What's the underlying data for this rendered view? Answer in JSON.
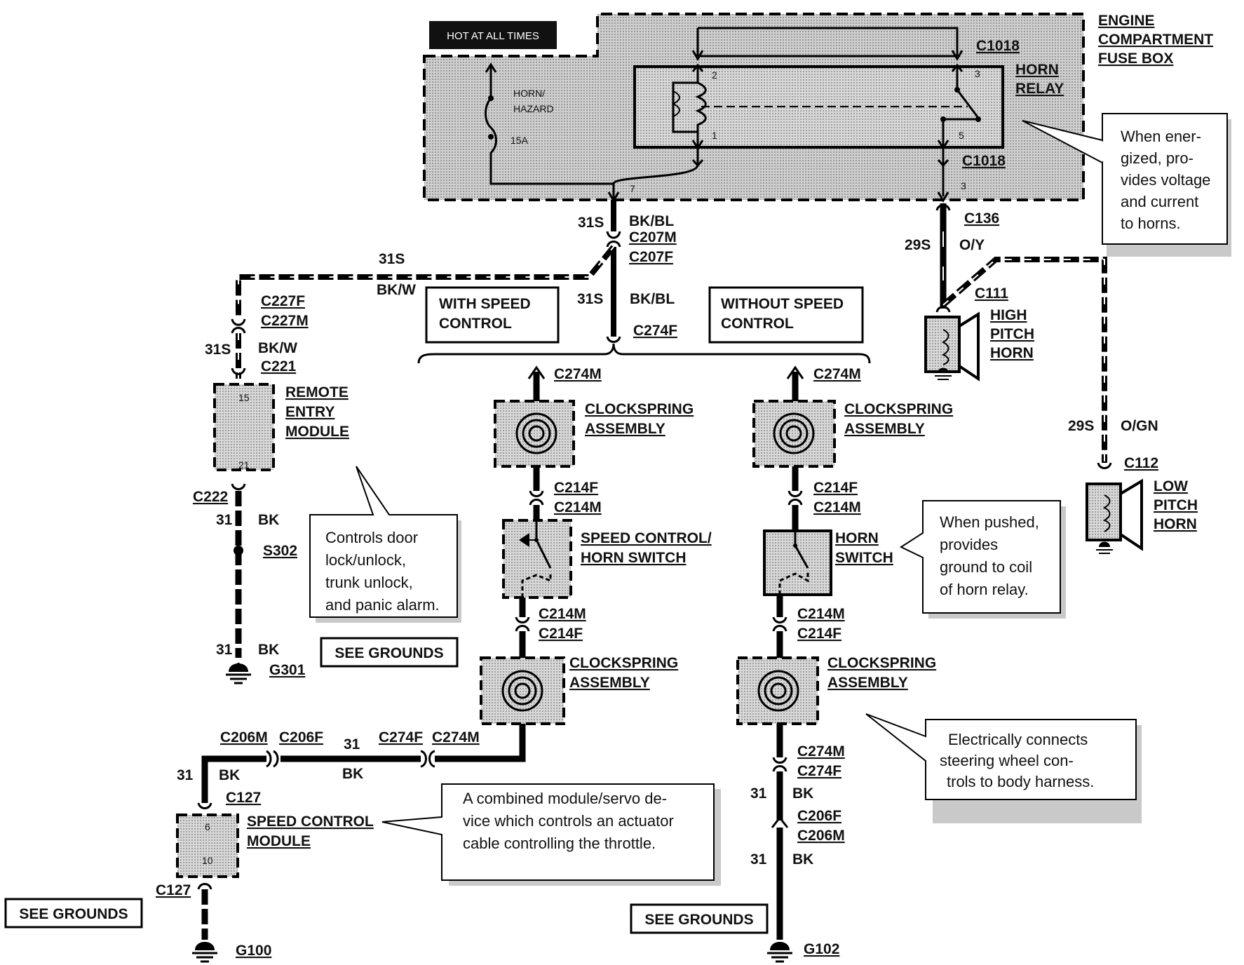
{
  "fuse_box": {
    "title_lines": [
      "ENGINE",
      "COMPARTMENT",
      "FUSE BOX"
    ],
    "hot_label": "HOT AT ALL TIMES",
    "fuse_lines": [
      "HORN/",
      "HAZARD"
    ],
    "fuse_rating": "15A",
    "connector_top": "C1018",
    "connector_bottom": "C1018",
    "relay_lines": [
      "HORN",
      "RELAY"
    ],
    "relay_pins": {
      "p2": "2",
      "p1": "1",
      "p3": "3",
      "p5": "5"
    },
    "pin7": "7",
    "pin3": "3"
  },
  "callouts": {
    "relay": [
      "When ener-",
      "gized, pro-",
      "vides voltage",
      "and current",
      "to horns."
    ],
    "remote": [
      "Controls door",
      "lock/unlock,",
      "trunk unlock,",
      "and panic alarm."
    ],
    "horn_switch": [
      "When pushed,",
      "provides",
      "ground to coil",
      "of horn relay."
    ],
    "clockspring": [
      "Electrically connects",
      "steering wheel con-",
      "trols to body harness."
    ],
    "speed_module": [
      "A combined module/servo de-",
      "vice which controls an actuator",
      "cable controlling the throttle."
    ]
  },
  "labels": {
    "w31s_a": "31S",
    "bkbl_a": "BK/BL",
    "c207m": "C207M",
    "c207f": "C207F",
    "w31s_b": "31S",
    "bkbl_b": "BK/BL",
    "c274f_top": "C274F",
    "w31s_c": "31S",
    "bkw_a": "BK/W",
    "c227f": "C227F",
    "c227m": "C227M",
    "w31s_d": "31S",
    "bkw_b": "BK/W",
    "c221": "C221",
    "remote_lines": [
      "REMOTE",
      "ENTRY",
      "MODULE"
    ],
    "remote_pin15": "15",
    "remote_pin21": "21",
    "c222": "C222",
    "w31_a": "31",
    "bk_a": "BK",
    "s302": "S302",
    "w31_b": "31",
    "bk_b": "BK",
    "g301": "G301",
    "see_grounds_1": "SEE GROUNDS",
    "with_speed": [
      "WITH SPEED",
      "CONTROL"
    ],
    "without_speed": [
      "WITHOUT SPEED",
      "CONTROL"
    ],
    "l_c274m": "C274M",
    "l_clock1": [
      "CLOCKSPRING",
      "ASSEMBLY"
    ],
    "l_c214f": "C214F",
    "l_c214m": "C214M",
    "l_switch": [
      "SPEED CONTROL/",
      "HORN SWITCH"
    ],
    "l_c214m_b": "C214M",
    "l_c214f_b": "C214F",
    "l_clock2": [
      "CLOCKSPRING",
      "ASSEMBLY"
    ],
    "c206m": "C206M",
    "c206f": "C206F",
    "w31_c": "31",
    "bk_c": "BK",
    "c274f_mid": "C274F",
    "c274m_mid": "C274M",
    "w31_d": "31",
    "bk_d": "BK",
    "c127_a": "C127",
    "speed_module": [
      "SPEED CONTROL",
      "MODULE"
    ],
    "sm_pin6": "6",
    "sm_pin10": "10",
    "c127_b": "C127",
    "g100": "G100",
    "see_grounds_2": "SEE GROUNDS",
    "r_c274m": "C274M",
    "r_clock1": [
      "CLOCKSPRING",
      "ASSEMBLY"
    ],
    "r_c214f": "C214F",
    "r_c214m": "C214M",
    "r_switch": [
      "HORN",
      "SWITCH"
    ],
    "r_c214m_b": "C214M",
    "r_c214f_b": "C214F",
    "r_clock2": [
      "CLOCKSPRING",
      "ASSEMBLY"
    ],
    "r_c274m_b": "C274M",
    "r_c274f_b": "C274F",
    "w31_e": "31",
    "bk_e": "BK",
    "c206f_b": "C206F",
    "c206m_b": "C206M",
    "w31_f": "31",
    "bk_f": "BK",
    "see_grounds_3": "SEE GROUNDS",
    "g102": "G102",
    "c136": "C136",
    "w29s_a": "29S",
    "oy": "O/Y",
    "c111": "C111",
    "high_horn": [
      "HIGH",
      "PITCH",
      "HORN"
    ],
    "w29s_b": "29S",
    "ogn": "O/GN",
    "c112": "C112",
    "low_horn": [
      "LOW",
      "PITCH",
      "HORN"
    ]
  }
}
